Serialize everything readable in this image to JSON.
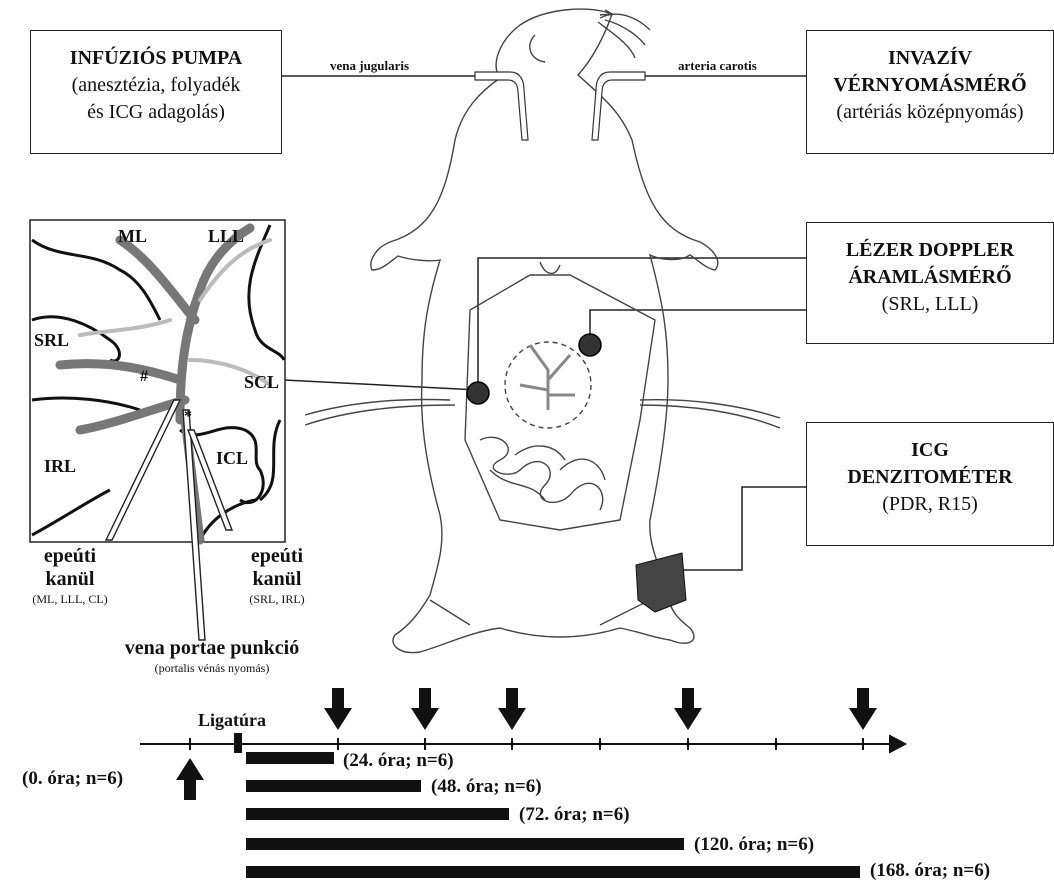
{
  "boxes": {
    "infusion": {
      "title": "INFÚZIÓS PUMPA",
      "line1": "(anesztézia, folyadék",
      "line2": "és ICG adagolás)"
    },
    "pressure": {
      "title1": "INVAZÍV",
      "title2": "VÉRNYOMÁSMÉRŐ",
      "sub": "(artériás középnyomás)"
    },
    "doppler": {
      "title1": "LÉZER DOPPLER",
      "title2": "ÁRAMLÁSMÉRŐ",
      "sub": "(SRL, LLL)"
    },
    "icg": {
      "title1": "ICG",
      "title2": "DENZITOMÉTER",
      "sub": "(PDR, R15)"
    }
  },
  "vessels": {
    "jugular": "vena jugularis",
    "carotid": "arteria carotis"
  },
  "liver": {
    "lobes": {
      "ml": "ML",
      "lll": "LLL",
      "srl": "SRL",
      "scl": "SCL",
      "irl": "IRL",
      "icl": "ICL"
    },
    "marks": {
      "hash": "#",
      "star": "*"
    }
  },
  "cannulas": {
    "left": {
      "l1": "epeúti",
      "l2": "kanül",
      "sub": "(ML, LLL, CL)"
    },
    "right": {
      "l1": "epeúti",
      "l2": "kanül",
      "sub": "(SRL, IRL)"
    },
    "portal": {
      "title": "vena portae punkció",
      "sub": "(portalis vénás nyomás)"
    }
  },
  "timeline": {
    "ligature": "Ligatúra",
    "baseline": "(0. óra; n=6)",
    "groups": [
      "(24. óra; n=6)",
      "(48. óra; n=6)",
      "(72. óra; n=6)",
      "(120. óra; n=6)",
      "(168. óra; n=6)"
    ]
  }
}
